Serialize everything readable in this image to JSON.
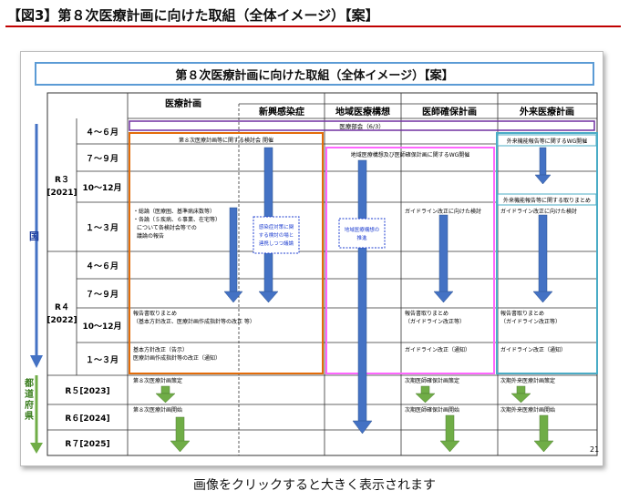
{
  "figure_title": "【図3】第８次医療計画に向けた取組（全体イメージ）【案】",
  "slide_title": "第８次医療計画に向けた取組（全体イメージ）【案】",
  "columns": [
    "医療計画",
    "新興感染症",
    "地域医療構想",
    "医師確保計画",
    "外来医療計画"
  ],
  "side_labels": {
    "national": "国",
    "prefecture": "都道府県"
  },
  "years": [
    {
      "label": "R３",
      "sub": "[2021]"
    },
    {
      "label": "R４",
      "sub": "[2022]"
    },
    {
      "label": "R５[2023]"
    },
    {
      "label": "R６[2024]"
    },
    {
      "label": "R７[2025]"
    }
  ],
  "quarters": [
    "４～６月",
    "７～９月",
    "10～12月",
    "１～３月"
  ],
  "notes": {
    "bukai": "医療部会（6/3）",
    "study_group": "第８次医療計画等に関する検討会 開催",
    "chiiki_wg": "地域医療構想及び医師確保計画に関するWG開催",
    "gairai_wg": "外来機能報告等に関するWG開催",
    "gairai_summary": "外来機能報告等に関する取りまとめ",
    "iryo_list": [
      "・総論（医療圏、基準病床数等）",
      "・各論（５疾病、６事業、在宅等）",
      "について各検討会等での",
      "議論の報告"
    ],
    "kansen_box": [
      "感染症対策に関",
      "する検討の場と",
      "連携しつつ議論"
    ],
    "chiiki_box": [
      "地域医療構想の",
      "推進"
    ],
    "ishi_guideline": "ガイドライン改正に向けた検討",
    "gairai_guideline": "ガイドライン改正に向けた検討",
    "iryo_r4": [
      "報告書取りまとめ",
      "（基本方針改正、医療計画作成指針等の改正 等）"
    ],
    "ishi_r4": [
      "報告書取りまとめ",
      "（ガイドライン改正等）"
    ],
    "gairai_r4": [
      "報告書取りまとめ",
      "（ガイドライン改正等）"
    ],
    "iryo_r4q4": [
      "基本方針改正（告示）",
      "医療計画作成指針等の改正（通知）"
    ],
    "ishi_r4q4": "ガイドライン改正（通知）",
    "gairai_r4q4": "ガイドライン改正（通知）",
    "iryo_r5": "第８次医療計画策定",
    "ishi_r5": "次期医師確保計画策定",
    "gairai_r5": "次期外来医療計画策定",
    "iryo_r6": "第８次医療計画開始",
    "ishi_r6": "次期医師確保計画開始",
    "gairai_r6": "次期外来医療計画開始"
  },
  "page_number": "21",
  "caption": "画像をクリックすると大きく表示されます",
  "colors": {
    "accent_red": "#c00000",
    "title_border": "#5b9bd5",
    "national_arrow": "#4472c4",
    "prefecture_arrow": "#70ad47",
    "box_orange": "#e36c09",
    "box_magenta": "#ff66ff",
    "box_purple": "#7030a0",
    "box_teal": "#4bacc6",
    "box_blue_dash": "#1f3fd0"
  }
}
